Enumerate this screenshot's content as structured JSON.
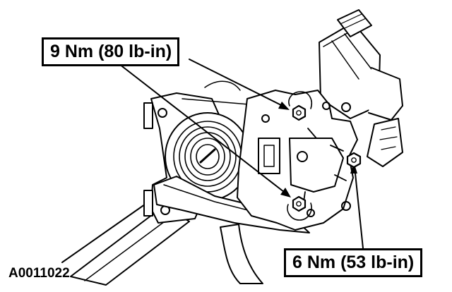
{
  "callouts": {
    "top_torque": "9 Nm (80 lb-in)",
    "bottom_torque": "6 Nm (53 lb-in)"
  },
  "figure_id": "A0011022",
  "colors": {
    "line": "#000000",
    "fill": "#ffffff"
  }
}
